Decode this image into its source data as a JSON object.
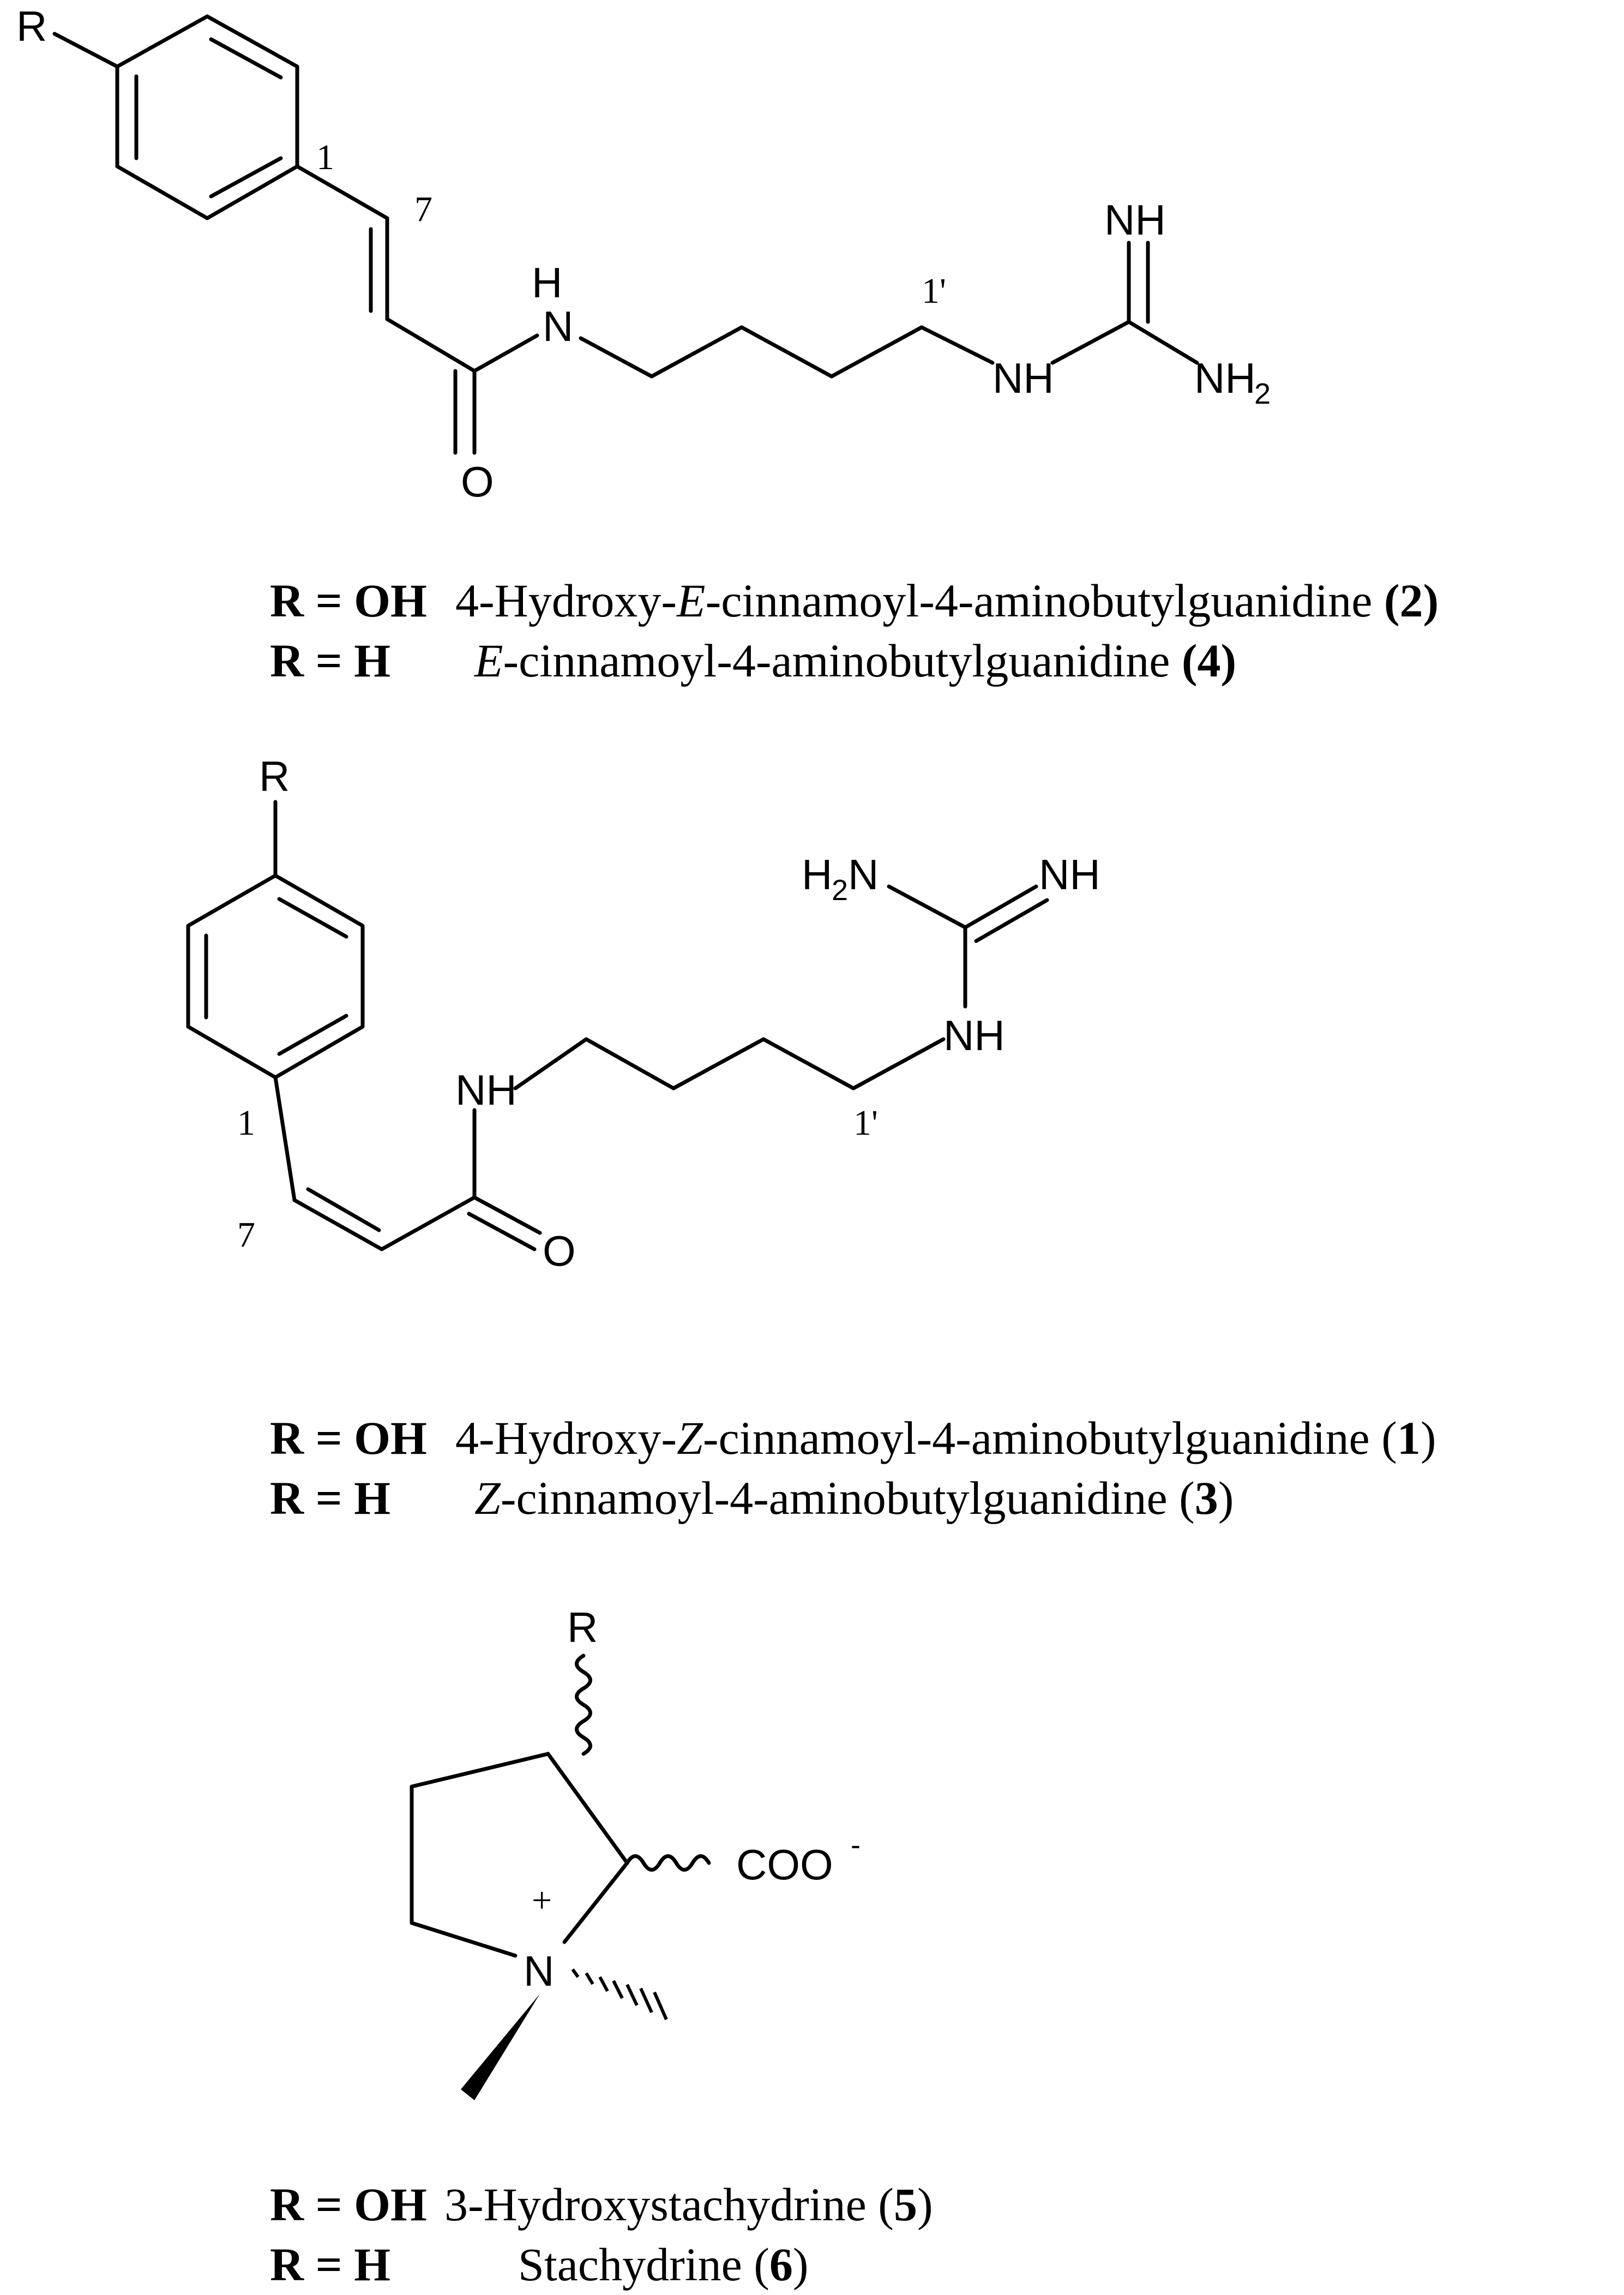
{
  "structure_e": {
    "atoms": {
      "r": "R",
      "c1": "1",
      "c7": "7",
      "nh_h": "H",
      "nh_n": "N",
      "o": "O",
      "c1p": "1'",
      "nh_imine": "NH",
      "nh_amine": "NH",
      "nh2": "NH",
      "nh2_sub": "2"
    },
    "captions": [
      {
        "r_label": "R = OH",
        "name_pre": "4-Hydroxy-",
        "name_italic": "E",
        "name_post": "-cinnamoyl-4-aminobutylguanidine ",
        "num_open": "(",
        "num": "2",
        "num_close": ")"
      },
      {
        "r_label": "R = H",
        "name_pre": "",
        "name_italic": "E",
        "name_post": "-cinnamoyl-4-aminobutylguanidine ",
        "num_open": "(",
        "num": "4",
        "num_close": ")"
      }
    ]
  },
  "structure_z": {
    "atoms": {
      "r": "R",
      "c1": "1",
      "c7": "7",
      "nh": "NH",
      "o": "O",
      "c1p": "1'",
      "nh_link": "NH",
      "h2n_h": "H",
      "h2n_sub": "2",
      "h2n_n": "N",
      "nh_imine": "NH"
    },
    "captions": [
      {
        "r_label": "R = OH",
        "name_pre": "4-Hydroxy-",
        "name_italic": "Z",
        "name_post": "-cinnamoyl-4-aminobutylguanidine (",
        "num": "1",
        "num_close": ")"
      },
      {
        "r_label": "R = H",
        "name_pre": "",
        "name_italic": "Z",
        "name_post": "-cinnamoyl-4-aminobutylguanidine (",
        "num": "3",
        "num_close": ")"
      }
    ]
  },
  "structure_stachydrine": {
    "atoms": {
      "r": "R",
      "coo": "COO",
      "coo_charge": "-",
      "n": "N",
      "plus": "+"
    },
    "captions": [
      {
        "r_label": "R = OH",
        "name": "3-Hydroxystachydrine (",
        "num": "5",
        "num_close": ")"
      },
      {
        "r_label": "R = H",
        "name": "Stachydrine (",
        "num": "6",
        "num_close": ")"
      }
    ]
  }
}
